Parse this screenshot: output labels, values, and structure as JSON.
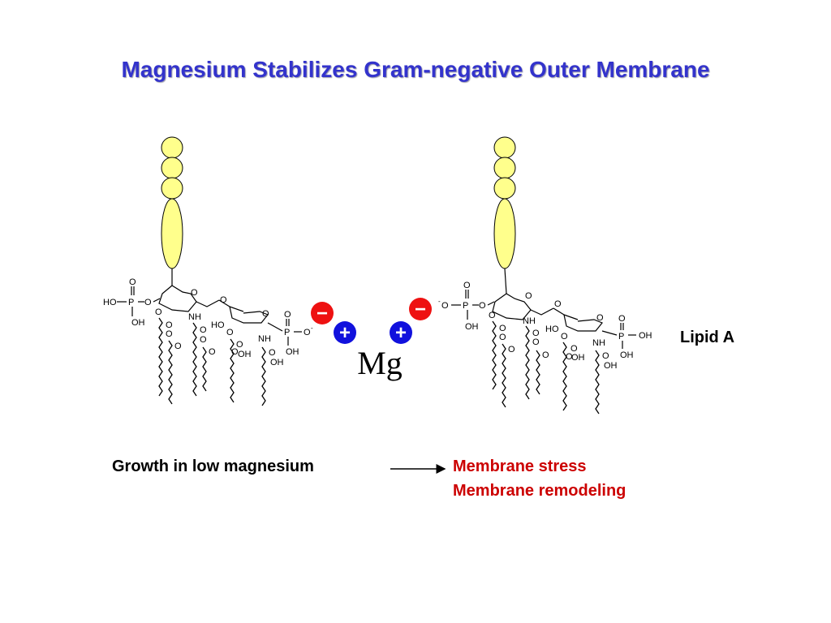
{
  "title": "Magnesium Stabilizes Gram-negative Outer Membrane",
  "colors": {
    "title": "#3333cc",
    "sugar": "#ffff8c",
    "negative": "#ee1111",
    "positive": "#1111dd",
    "effect": "#cc0000"
  },
  "lipid_label": "Lipid A",
  "ion": {
    "symbol": "Mg",
    "positive_charge": "+",
    "negative_charge": "−"
  },
  "molecule_left": {
    "phosphate_left": {
      "o_top": "O",
      "ho": "HO",
      "p": "P",
      "o_ester": "O",
      "oh": "OH"
    },
    "ring_o_1": "O",
    "glyco_o": "O",
    "ring_o_2": "O",
    "ring1_o_low": "O",
    "nh_1": "NH",
    "ho_ring2": "HO",
    "o_ring2_low": "O",
    "nh_2": "NH",
    "phosphate_right": {
      "o_top": "O",
      "p": "P",
      "o_minus": "O",
      "superscript": "-",
      "oh": "OH"
    },
    "chain_labels": [
      "O",
      "O",
      "O",
      "O",
      "O",
      "O",
      "O",
      "O",
      "OH",
      "O",
      "OH"
    ]
  },
  "molecule_right": {
    "phosphate_left": {
      "superscript": "-",
      "o_minus": "O",
      "o_top": "O",
      "p": "P",
      "o_ester": "O",
      "oh": "OH"
    },
    "ring_o_1": "O",
    "glyco_o": "O",
    "ring_o_2": "O",
    "ring1_o_low": "O",
    "nh_1": "NH",
    "ho_ring2": "HO",
    "o_ring2_low": "O",
    "nh_2": "NH",
    "phosphate_right": {
      "o_top": "O",
      "p": "P",
      "oh_right": "OH",
      "oh": "OH"
    },
    "chain_labels": [
      "O",
      "O",
      "O",
      "O",
      "O",
      "O",
      "O",
      "O",
      "OH",
      "O",
      "OH"
    ]
  },
  "bottom": {
    "cause": "Growth in low magnesium",
    "effects": [
      "Membrane stress",
      "Membrane remodeling"
    ]
  }
}
